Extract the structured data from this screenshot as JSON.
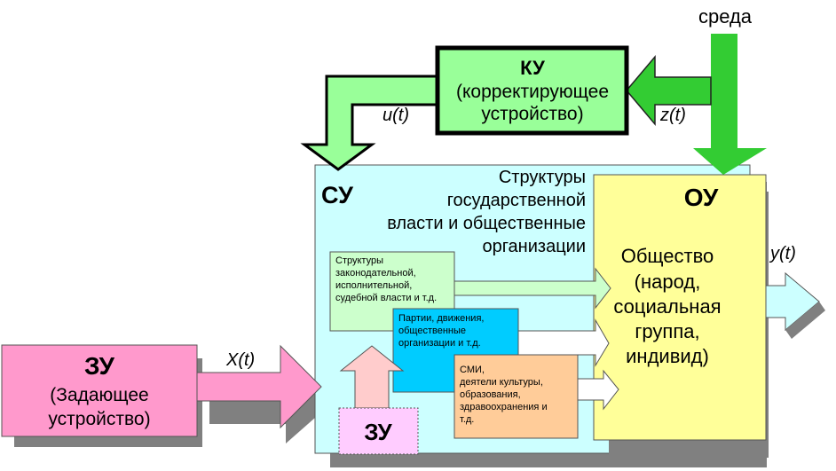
{
  "env_label": "среда",
  "ku": {
    "title": "КУ",
    "line1": "(корректирующее",
    "line2": "устройство)"
  },
  "u_label": "u(t)",
  "z_label": "z(t)",
  "su": {
    "code": "СУ",
    "desc": [
      "Структуры",
      "государственной",
      "власти и общественные",
      "организации"
    ]
  },
  "ou": {
    "code": "ОУ",
    "desc": [
      "Общество",
      "(народ,",
      "социальная",
      "группа,",
      "индивид)"
    ]
  },
  "y_label": "y(t)",
  "x_label": "X(t)",
  "zu_main": {
    "title": "ЗУ",
    "line1": "(Задающее",
    "line2": "устройство)"
  },
  "zu_inner": "ЗУ",
  "box_legislative": [
    "Структуры",
    "законодательной,",
    "исполнительной,",
    "судебной власти и т.д."
  ],
  "box_parties": [
    "Партии, движения,",
    "общественные",
    "организации и т.д."
  ],
  "box_media": [
    "СМИ,",
    "деятели культуры,",
    "образования,",
    "здравоохранения и",
    "т.д."
  ],
  "colors": {
    "su_bg": "#ccffff",
    "ou_bg": "#ffff99",
    "ku_bg": "#99ff99",
    "zu_bg": "#ff99cc",
    "zu_inner_bg": "#ffccff",
    "legislative_bg": "#ccffcc",
    "parties_bg": "#00ccff",
    "media_bg": "#ffcc99",
    "green_arrow": "#33cc33",
    "shadow": "#808080"
  }
}
